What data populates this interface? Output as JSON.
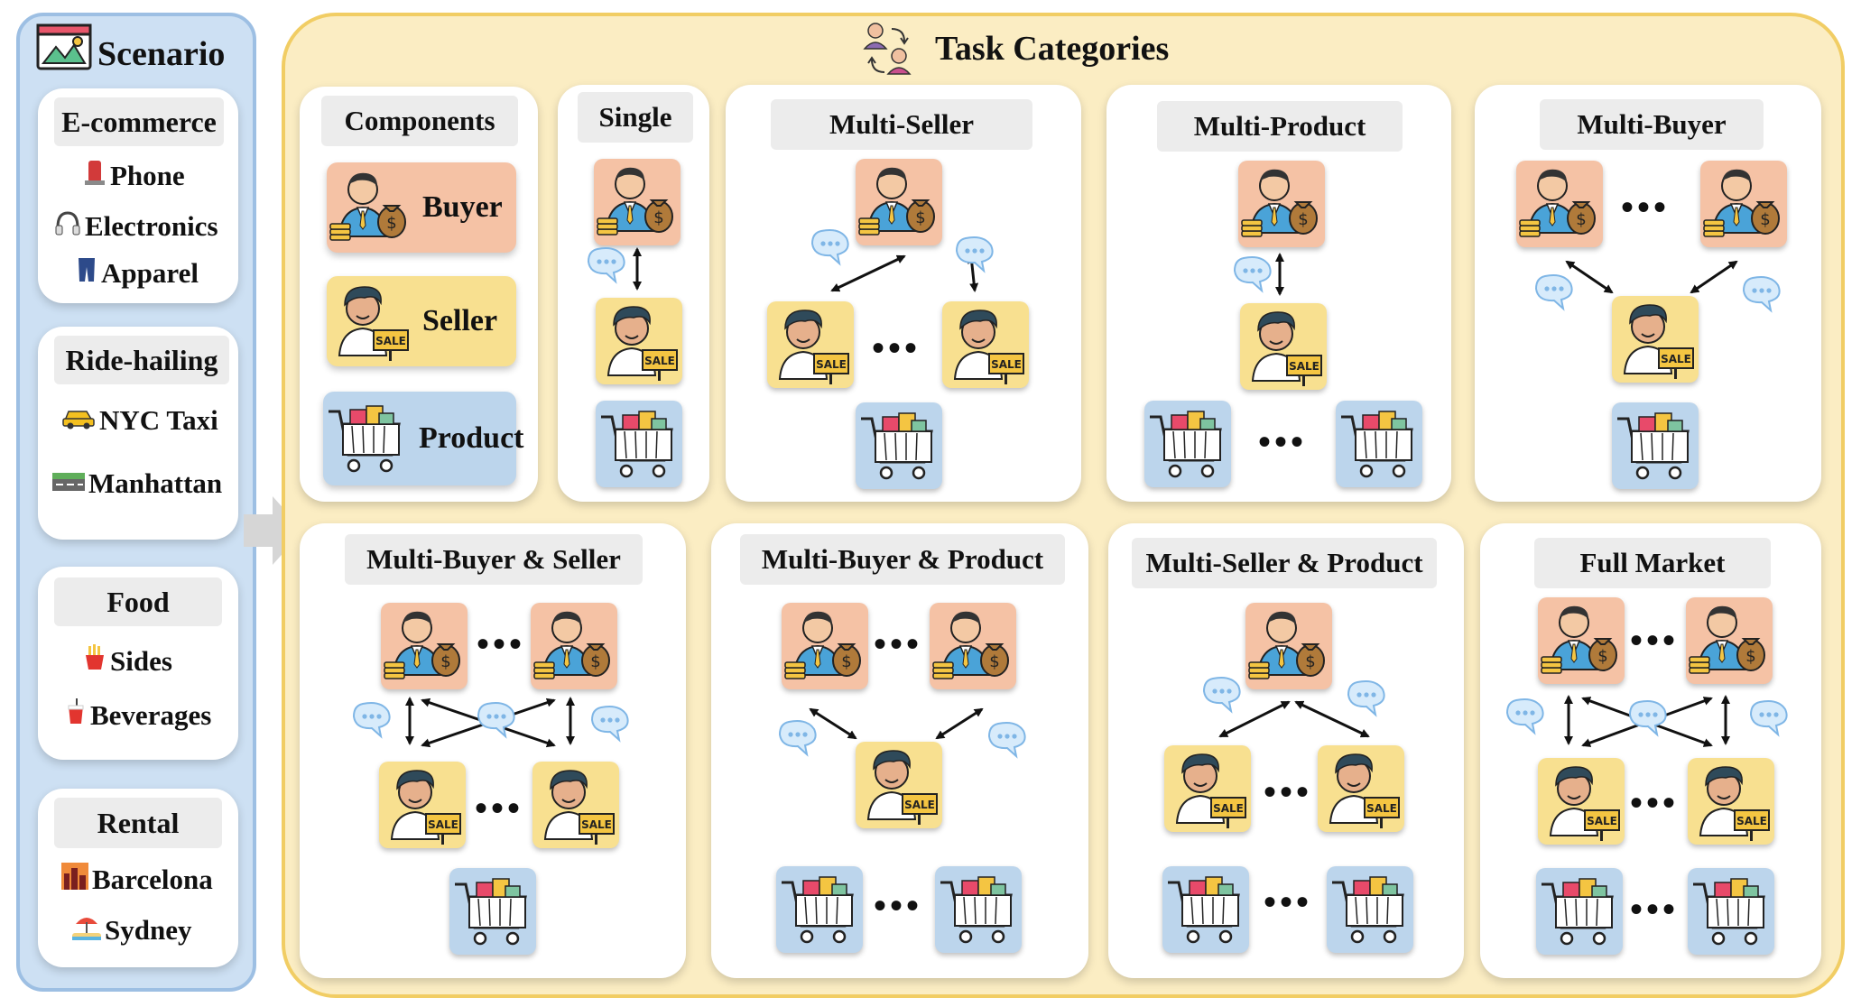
{
  "scenario": {
    "title": "Scenario",
    "groups": [
      {
        "title": "E-commerce",
        "items": [
          {
            "label": "Phone",
            "icon": "phone-icon"
          },
          {
            "label": "Electronics",
            "icon": "headphones-icon"
          },
          {
            "label": "Apparel",
            "icon": "jeans-icon"
          }
        ]
      },
      {
        "title": "Ride-hailing",
        "items": [
          {
            "label": "NYC Taxi",
            "icon": "taxi-icon"
          },
          {
            "label": "Manhattan",
            "icon": "road-icon"
          }
        ]
      },
      {
        "title": "Food",
        "items": [
          {
            "label": "Sides",
            "icon": "fries-icon"
          },
          {
            "label": "Beverages",
            "icon": "drink-icon"
          }
        ]
      },
      {
        "title": "Rental",
        "items": [
          {
            "label": "Barcelona",
            "icon": "city-icon"
          },
          {
            "label": "Sydney",
            "icon": "beach-icon"
          }
        ]
      }
    ]
  },
  "tasks": {
    "title": "Task Categories",
    "components": {
      "title": "Components",
      "items": [
        {
          "label": "Buyer",
          "color": "#f5c2a5"
        },
        {
          "label": "Seller",
          "color": "#f8e090"
        },
        {
          "label": "Product",
          "color": "#bcd5ec"
        }
      ]
    },
    "categories": [
      "Single",
      "Multi-Seller",
      "Multi-Product",
      "Multi-Buyer",
      "Multi-Buyer & Seller",
      "Multi-Buyer & Product",
      "Multi-Seller & Product",
      "Full Market"
    ],
    "ellipsis": "•••"
  },
  "colors": {
    "scenario_bg": "#cde0f3",
    "scenario_border": "#9dbfe3",
    "task_bg": "#fbedc3",
    "task_border": "#f1cd64",
    "buyer": "#f5c2a5",
    "seller": "#f8e090",
    "product": "#bcd5ec",
    "chat": "#7fb6e6"
  }
}
